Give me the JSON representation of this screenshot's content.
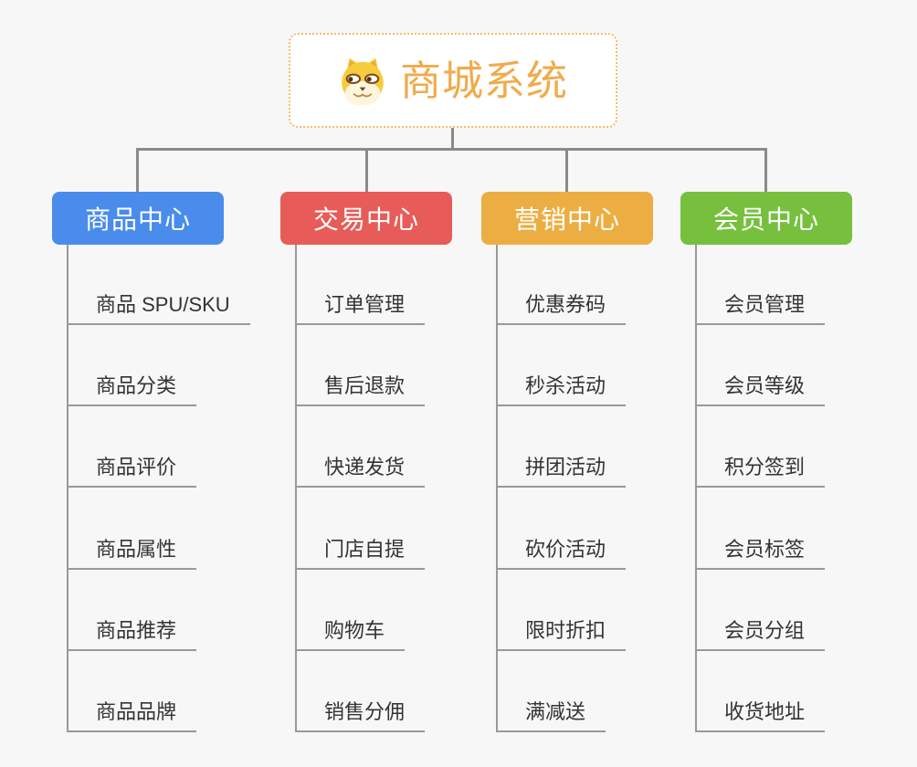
{
  "page": {
    "background_color": "#f7f7f7",
    "connector_color": "#8a8a8a",
    "leaf_line_color": "#999999",
    "leaf_text_color": "#333333"
  },
  "root": {
    "title": "商城系统",
    "title_color": "#f0ab4a",
    "border_color": "#f2bd66",
    "icon": "doge-face-icon"
  },
  "branches": [
    {
      "label": "商品中心",
      "color": "#498cec",
      "children": [
        "商品 SPU/SKU",
        "商品分类",
        "商品评价",
        "商品属性",
        "商品推荐",
        "商品品牌"
      ]
    },
    {
      "label": "交易中心",
      "color": "#e75c58",
      "children": [
        "订单管理",
        "售后退款",
        "快递发货",
        "门店自提",
        "购物车",
        "销售分佣"
      ]
    },
    {
      "label": "营销中心",
      "color": "#ecae42",
      "children": [
        "优惠券码",
        "秒杀活动",
        "拼团活动",
        "砍价活动",
        "限时折扣",
        "满减送"
      ]
    },
    {
      "label": "会员中心",
      "color": "#76c03e",
      "children": [
        "会员管理",
        "会员等级",
        "积分签到",
        "会员标签",
        "会员分组",
        "收货地址"
      ]
    }
  ]
}
